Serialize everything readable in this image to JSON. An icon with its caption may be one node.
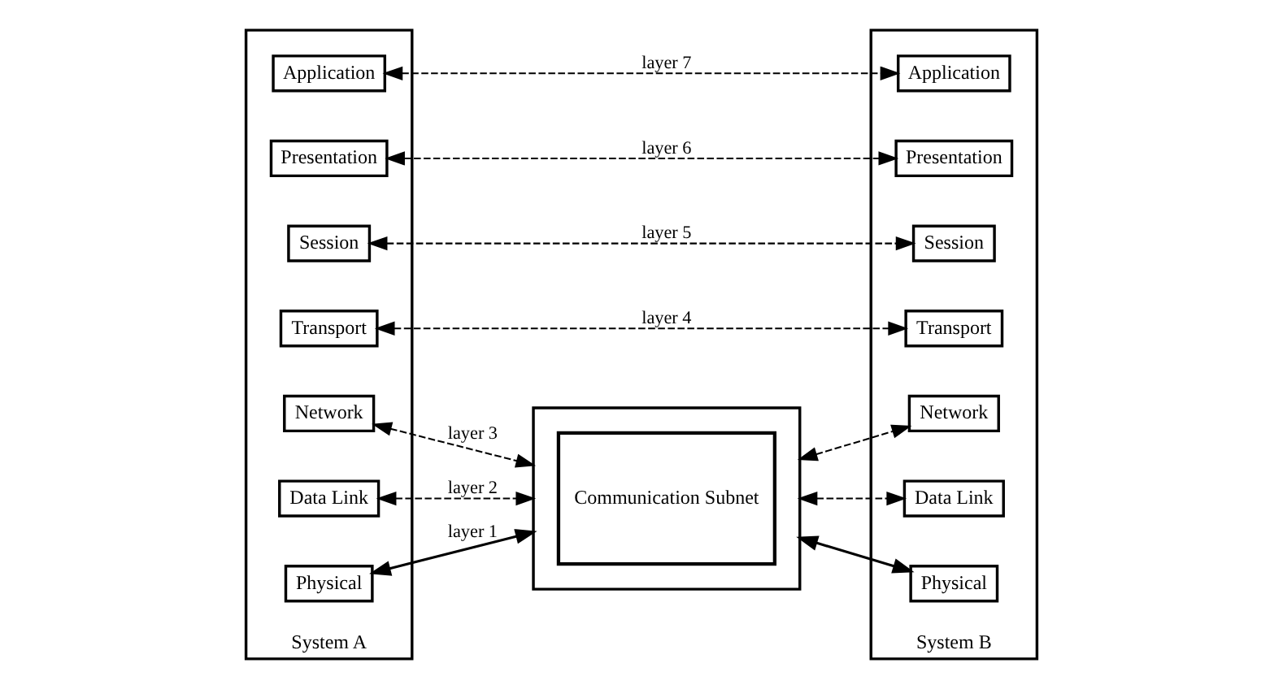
{
  "diagram": {
    "nodes": [
      {
        "text": [
          "System A"
        ]
      },
      {
        "text": [
          "Application"
        ],
        "in": 0
      },
      {
        "text": [
          "Presentation"
        ],
        "in": 0
      },
      {
        "text": [
          "Session"
        ],
        "in": 0
      },
      {
        "text": [
          "Transport"
        ],
        "in": 0
      },
      {
        "text": [
          "Network"
        ],
        "in": 0
      },
      {
        "text": [
          "Data Link"
        ],
        "in": 0
      },
      {
        "text": [
          "Physical"
        ],
        "in": 0
      },
      {
        "text": [],
        "shape": "box"
      },
      {
        "text": [
          "Communication Subnet"
        ],
        "in": 8
      },
      {
        "text": [
          "System B"
        ]
      },
      {
        "text": [
          "Application"
        ],
        "in": 10
      },
      {
        "text": [
          "Presentation"
        ],
        "in": 10
      },
      {
        "text": [
          "Session"
        ],
        "in": 10
      },
      {
        "text": [
          "Transport"
        ],
        "in": 10
      },
      {
        "text": [
          "Network"
        ],
        "in": 10
      },
      {
        "text": [
          "Data Link"
        ],
        "in": 10
      },
      {
        "text": [
          "Physical"
        ],
        "in": 10
      }
    ],
    "edges": [
      {
        "from": 1,
        "to": 11,
        "arrow": "both",
        "label": "layer 7",
        "style": "dashed"
      },
      {
        "from": 2,
        "to": 12,
        "arrow": "both",
        "label": "layer 6",
        "style": "dashed"
      },
      {
        "from": 3,
        "to": 13,
        "arrow": "both",
        "label": "layer 5",
        "style": "dashed"
      },
      {
        "from": 4,
        "to": 14,
        "arrow": "both",
        "label": "layer 4",
        "style": "dashed"
      },
      {
        "from": 5,
        "to": 8,
        "arrow": "both",
        "label": "layer 3",
        "style": "dashed"
      },
      {
        "from": 6,
        "to": 8,
        "arrow": "both",
        "label": "layer 2",
        "style": "dashed"
      },
      {
        "from": 7,
        "to": 8,
        "arrow": "both",
        "label": "layer 1"
      },
      {
        "from": 8,
        "to": 15,
        "arrow": "both",
        "style": "dashed"
      },
      {
        "from": 8,
        "to": 16,
        "arrow": "both",
        "style": "dashed"
      },
      {
        "from": 8,
        "to": 17,
        "arrow": "both"
      }
    ]
  }
}
